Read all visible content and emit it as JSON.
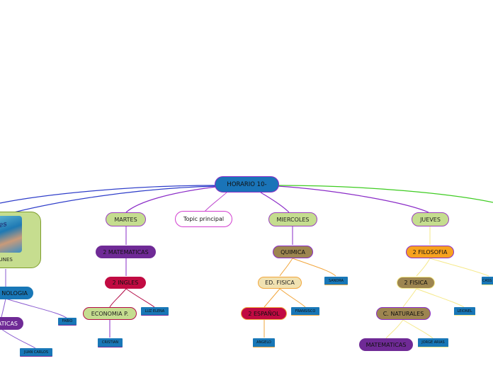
{
  "root": {
    "label": "HORARIO 10-"
  },
  "floating_topic": {
    "label": "Topic principal"
  },
  "branches": {
    "lunes": {
      "label": "LUNES",
      "image_text": "z Lunes",
      "items": [
        "NOLOGIA",
        "ATICAS",
        "FABIO",
        "JUAN CARLOS"
      ]
    },
    "martes": {
      "label": "MARTES",
      "items": [
        "2 MATEMATICAS",
        "2 INGLES",
        "ECONOMIA P.",
        "LUZ ELENA",
        "CRISTIAN"
      ]
    },
    "miercoles": {
      "label": "MIERCOLES",
      "items": [
        "QUIMICA",
        "ED. FISICA",
        "SANDRA",
        "2 ESPAÑOL",
        "FRANSISCO",
        "ANGELO"
      ]
    },
    "jueves": {
      "label": "JUEVES",
      "items": [
        "2 FILOSOFIA",
        "2 FISICA",
        "CASS",
        "C. NATURALES",
        "LEIONEL",
        "MATEMATICAS",
        "JORGE ARIAS"
      ]
    }
  },
  "colors": {
    "root": "#1a74b8",
    "green": "#c5dd8f",
    "purple": "#6f2a96",
    "crimson": "#c10b42",
    "olive": "#9d8550",
    "orange": "#f7a21e",
    "cream": "#f1e2b2",
    "tag_blue": "#1877b7"
  }
}
